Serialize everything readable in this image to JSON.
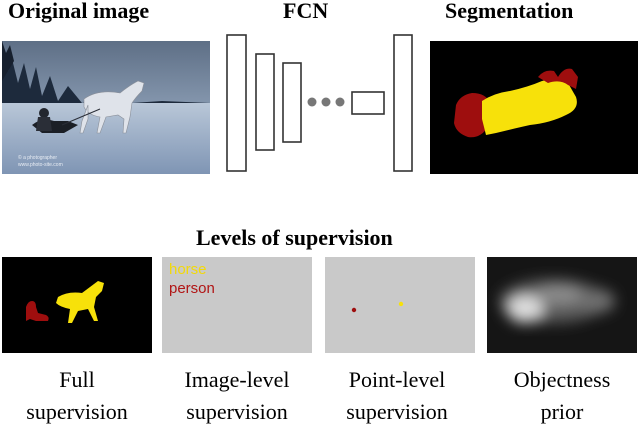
{
  "top": {
    "original_title": "Original image",
    "fcn_title": "FCN",
    "segmentation_title": "Segmentation"
  },
  "bottom": {
    "title": "Levels of supervision",
    "image_level_labels": [
      "horse",
      "person"
    ],
    "captions": [
      {
        "line1": "Full",
        "line2": "supervision"
      },
      {
        "line1": "Image-level",
        "line2": "supervision"
      },
      {
        "line1": "Point-level",
        "line2": "supervision"
      },
      {
        "line1": "Objectness",
        "line2": "prior"
      }
    ]
  },
  "colors": {
    "horse": "#f7e10a",
    "person": "#9e0e0e",
    "image_level_panel": "#c9c9c9",
    "label_horse": "#f2d90a",
    "label_person": "#b11515"
  }
}
